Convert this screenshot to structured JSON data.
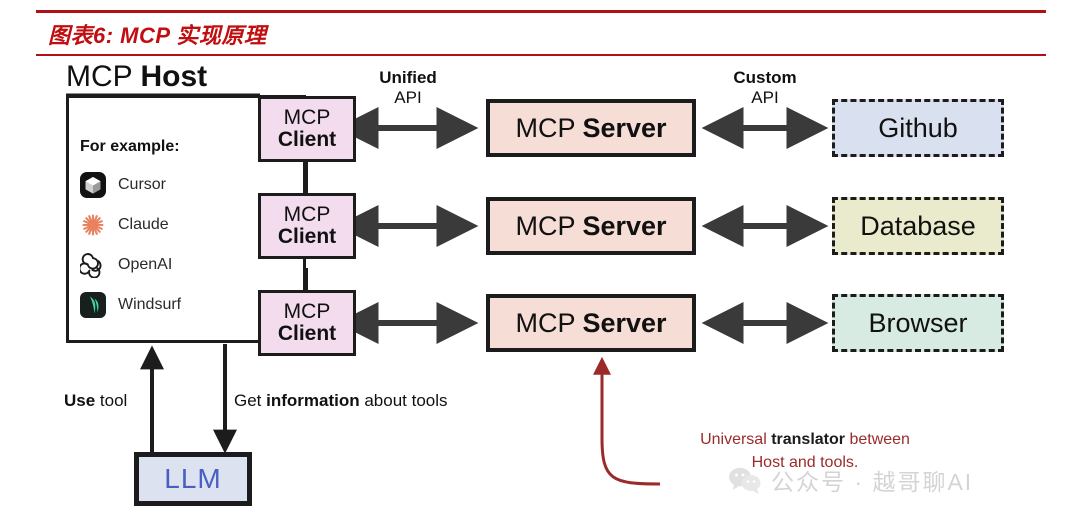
{
  "title": {
    "text": "图表6: MCP 实现原理",
    "accent_color": "#c00e11"
  },
  "host": {
    "label_plain": "MCP ",
    "label_bold": "Host",
    "for_example_label": "For example:",
    "examples": [
      {
        "name": "Cursor",
        "icon": "cursor-icon"
      },
      {
        "name": "Claude",
        "icon": "claude-icon"
      },
      {
        "name": "OpenAI",
        "icon": "openai-icon"
      },
      {
        "name": "Windsurf",
        "icon": "windsurf-icon"
      }
    ]
  },
  "clients": [
    {
      "line1": "MCP",
      "line2": "Client"
    },
    {
      "line1": "MCP",
      "line2": "Client"
    },
    {
      "line1": "MCP",
      "line2": "Client"
    }
  ],
  "servers": [
    {
      "plain": "MCP ",
      "bold": "Server"
    },
    {
      "plain": "MCP ",
      "bold": "Server"
    },
    {
      "plain": "MCP ",
      "bold": "Server"
    }
  ],
  "tools": [
    {
      "name": "Github",
      "fill": "#d9e0ef"
    },
    {
      "name": "Database",
      "fill": "#eaeacd"
    },
    {
      "name": "Browser",
      "fill": "#d7ebe2"
    }
  ],
  "api_labels": {
    "unified": {
      "top": "Unified",
      "bottom": "API"
    },
    "custom": {
      "top": "Custom",
      "bottom": "API"
    }
  },
  "llm": {
    "label": "LLM",
    "fill": "#dde2f0",
    "text_color": "#4a5fc1"
  },
  "flows": {
    "use_tool_bold": "Use",
    "use_tool_rest": " tool",
    "get_info_pre": "Get ",
    "get_info_bold": "information",
    "get_info_post": " about tools"
  },
  "annotation": {
    "line1_pre": "Universal ",
    "line1_bold": "translator",
    "line1_post": " between",
    "line2": "Host and tools.",
    "color": "#9b2b2b"
  },
  "watermark": {
    "text": "公众号 · 越哥聊AI",
    "icon": "wechat-icon"
  },
  "colors": {
    "client_fill": "#f2dced",
    "server_fill": "#f6ddd6",
    "stroke": "#1c1c1c"
  }
}
